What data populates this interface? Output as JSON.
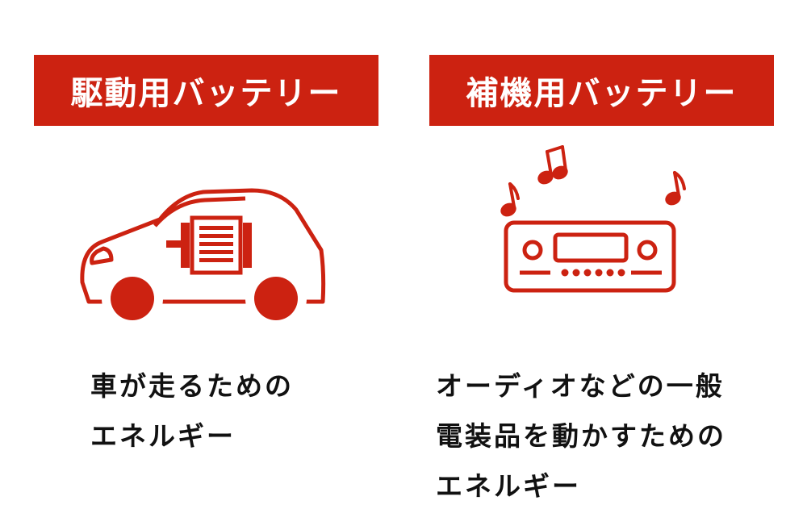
{
  "colors": {
    "accent": "#cc2211",
    "text": "#111111"
  },
  "left": {
    "title": "駆動用バッテリー",
    "icon": "car-motor-icon",
    "lines": [
      "車が走るための",
      "エネルギー"
    ]
  },
  "right": {
    "title": "補機用バッテリー",
    "icon": "radio-music-icon",
    "lines": [
      "オーディオなどの一般",
      "電装品を動かすための",
      "エネルギー"
    ]
  }
}
